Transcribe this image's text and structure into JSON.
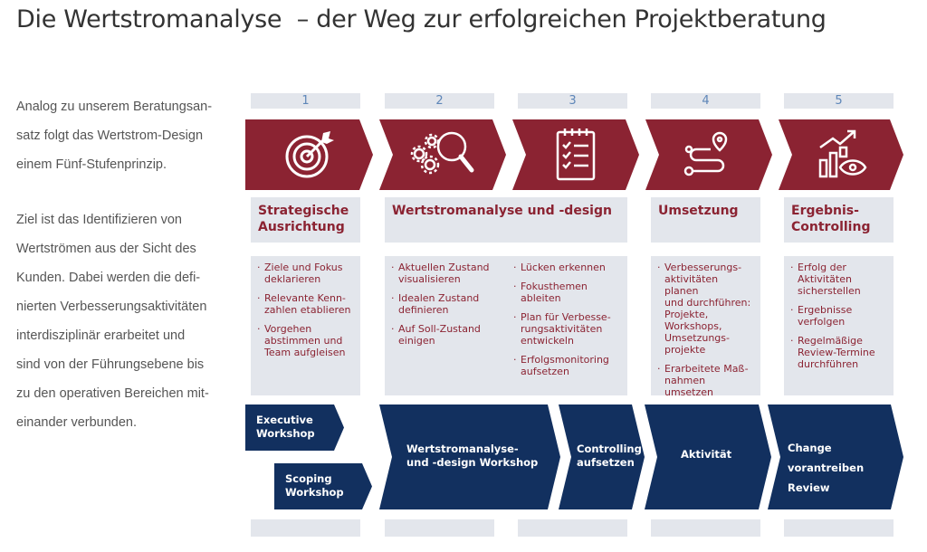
{
  "title": "Die Wertstromanalyse  – der Weg zur erfolgreichen Projektberatung",
  "intro": {
    "p1": "Analog zu unserem Beratungsan-\nsatz folgt das Wertstrom-Design\neinem Fünf-Stufenprinzip.",
    "p2": "Ziel ist das Identifizieren von\nWertströmen aus der Sicht des\nKunden. Dabei werden die defi-\nnierten Verbesserungsaktivitäten\ninterdisziplinär erarbeitet und\nsind von der Führungsebene bis\nzu den operativen Bereichen mit-\neinander verbunden."
  },
  "colors": {
    "red": "#8b2332",
    "navy": "#12305f",
    "panel": "#e3e6ec",
    "number": "#5e86b8"
  },
  "steps": [
    {
      "number": "1",
      "icon": "target-icon"
    },
    {
      "number": "2",
      "icon": "gears-magnifier-icon"
    },
    {
      "number": "3",
      "icon": "checklist-icon"
    },
    {
      "number": "4",
      "icon": "route-icon"
    },
    {
      "number": "5",
      "icon": "chart-eye-icon"
    }
  ],
  "headings": [
    "Strategische\nAusrichtung",
    "Wertstromanalyse und -design",
    "Umsetzung",
    "Ergebnis-\nControlling"
  ],
  "details": {
    "strategy": [
      "Ziele und Fokus\ndeklarieren",
      "Relevante Kenn-\nzahlen etablieren",
      "Vorgehen\nabstimmen und\nTeam aufgleisen"
    ],
    "analysis_left": [
      "Aktuellen Zustand\nvisualisieren",
      "Idealen Zustand\ndefinieren",
      "Auf Soll-Zustand\neinigen"
    ],
    "analysis_right": [
      "Lücken erkennen",
      "Fokusthemen\nableiten",
      "Plan für Verbesse-\nrungsaktivitäten\nentwickeln",
      "Erfolgsmonitoring\naufsetzen"
    ],
    "implementation": [
      "Verbesserungs-\naktivitäten planen\nund durchführen:\nProjekte,\nWorkshops,\nUmsetzungs-\nprojekte",
      "Erarbeitete Maß-\nnahmen umsetzen"
    ],
    "controlling": [
      "Erfolg der\nAktivitäten\nsicherstellen",
      "Ergebnisse\nverfolgen",
      "Regelmäßige\nReview-Termine\ndurchführen"
    ]
  },
  "activities": {
    "executive": "Executive\nWorkshop",
    "scoping": "Scoping\nWorkshop",
    "analysis": "Wertstromanalyse-\nund -design Workshop",
    "controlling": "Controlling\naufsetzen",
    "activity": "Aktivität",
    "change": "Change vorantreiben\nReview"
  }
}
